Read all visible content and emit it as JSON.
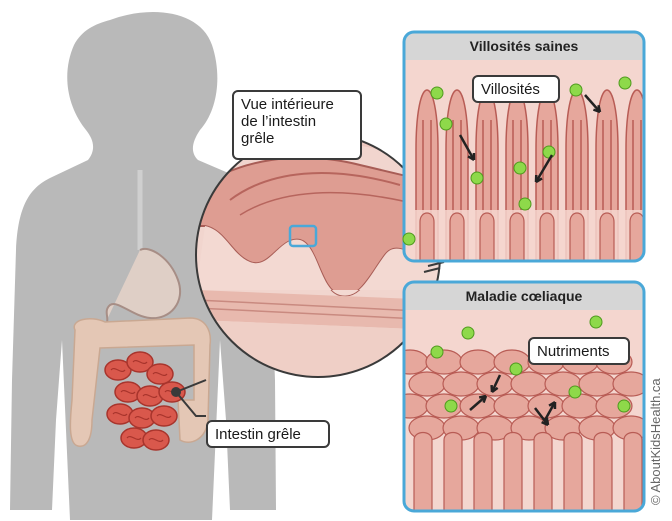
{
  "labels": {
    "inner_view_line1": "Vue intérieure",
    "inner_view_line2": "de l’intestin",
    "inner_view_line3": "grêle",
    "small_intestine": "Intestin grêle",
    "villi": "Villosités",
    "nutrients": "Nutriments"
  },
  "panels": {
    "healthy_title": "Villosités saines",
    "celiac_title": "Maladie cœliaque"
  },
  "credit": "© AboutKidsHealth.ca",
  "colors": {
    "silhouette": "#b9b9b9",
    "panel_border": "#4aa8d8",
    "panel_title_bg": "#d6d6d6",
    "tissue_light": "#f4d6cf",
    "tissue_mid": "#e6a79c",
    "villus_dark": "#b85c55",
    "intestine_red": "#d9584c",
    "colon_beige": "#e4c7b5",
    "nutrient_green": "#8ed94a"
  }
}
